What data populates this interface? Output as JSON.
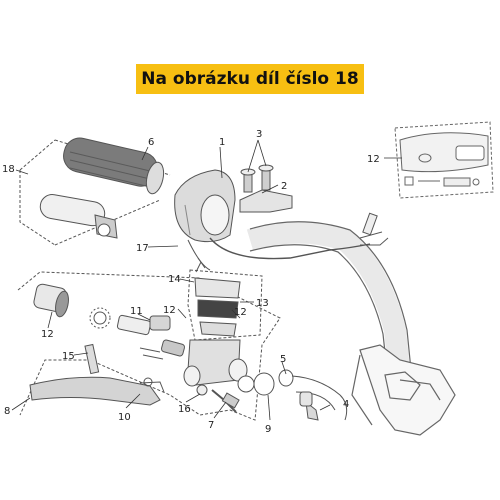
{
  "banner": {
    "text": "Na obrázku díl číslo 18",
    "background": "#f7bf12"
  },
  "callouts": [
    {
      "id": "18",
      "text": "18"
    },
    {
      "id": "6",
      "text": "6"
    },
    {
      "id": "1",
      "text": "1"
    },
    {
      "id": "3",
      "text": "3"
    },
    {
      "id": "2",
      "text": "2"
    },
    {
      "id": "12a",
      "text": "12"
    },
    {
      "id": "17",
      "text": "17"
    },
    {
      "id": "14",
      "text": "14"
    },
    {
      "id": "13",
      "text": "13"
    },
    {
      "id": "11",
      "text": "11"
    },
    {
      "id": "12b",
      "text": "12"
    },
    {
      "id": "12c",
      "text": "12"
    },
    {
      "id": "12d",
      "text": "12"
    },
    {
      "id": "15",
      "text": "15"
    },
    {
      "id": "5",
      "text": "5"
    },
    {
      "id": "4",
      "text": "4"
    },
    {
      "id": "8",
      "text": "8"
    },
    {
      "id": "10",
      "text": "10"
    },
    {
      "id": "16",
      "text": "16"
    },
    {
      "id": "7",
      "text": "7"
    },
    {
      "id": "9",
      "text": "9"
    }
  ]
}
